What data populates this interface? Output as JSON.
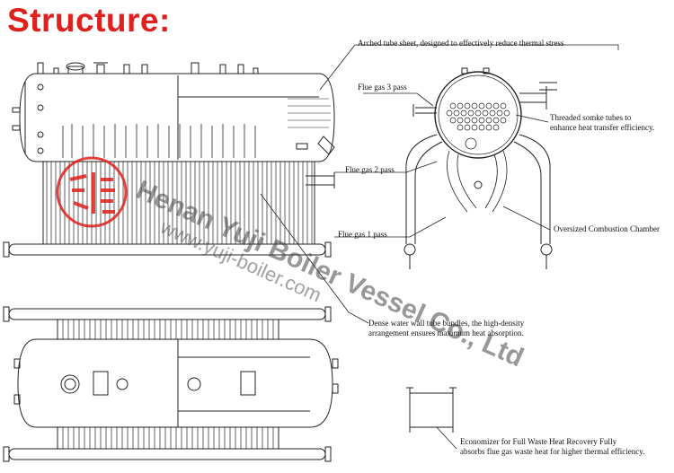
{
  "title": "Structure:",
  "labels": {
    "arched": "Arched tube sheet, designed to effectively reduce thermal stress",
    "flue3": "Flue gas 3 pass",
    "threaded_1": "Threaded somke tubes to",
    "threaded_2": "enhance heat transfer efficiency.",
    "flue2": "Flue gas 2 pass",
    "flue1": "Flue gas 1 pass",
    "oversized": "Oversized Combustion Chamber",
    "dense_1": "Dense water wall tube bundles, the high-density",
    "dense_2": "arrangement ensures maximum heat absorption.",
    "econ_1": "Economizer for Full Waste Heat Recovery Fully",
    "econ_2": "absorbs flue gas waste heat for higher thermal efficiency."
  },
  "watermark": {
    "company": "Henan Yuji Boiler Vessel Co., Ltd",
    "website": "www.yuji-boiler.com"
  },
  "colors": {
    "title": "#e0201c",
    "stamp": "#e0201c",
    "line": "#222222"
  }
}
